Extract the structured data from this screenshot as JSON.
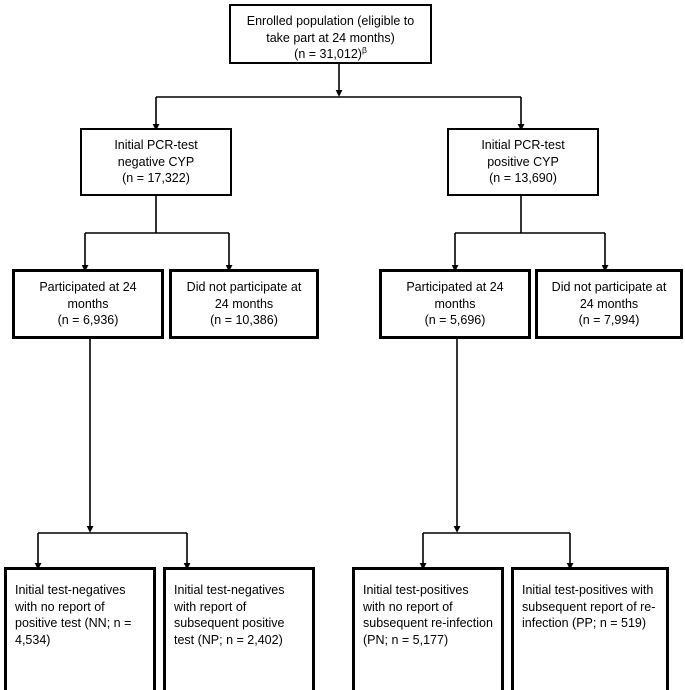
{
  "figure": {
    "type": "flow-diagram",
    "title": "Participant flow through PCR-test status and 24-month follow-up",
    "background_color": "#ffffff",
    "line_color": "#000000",
    "box_border_color": "#000000"
  },
  "nodes": {
    "enrolled": {
      "id": "enrolled-population",
      "line1": "Enrolled population (eligible to",
      "line2": "take part at 24 months)",
      "count_label": "(n = 31,012)",
      "footnote_marker": "β",
      "align": "center"
    },
    "pcr_negative": {
      "id": "initial-pcr-test-negative",
      "text": "Initial PCR-test\nnegative CYP\n(n = 17,322)",
      "count": "17,322",
      "align": "center"
    },
    "pcr_positive": {
      "id": "initial-pcr-test-positive",
      "text": "Initial PCR-test\npositive CYP\n(n = 13,690)",
      "count": "13,690",
      "align": "center"
    },
    "neg_participated": {
      "id": "negative-participated-24-months",
      "text": "Participated at 24\nmonths\n(n = 6,936)",
      "count": "6,936",
      "align": "center"
    },
    "neg_not_participated": {
      "id": "negative-did-not-participate-24-months",
      "text": "Did not participate at\n24 months\n(n = 10,386)",
      "count": "10,386",
      "align": "center"
    },
    "pos_participated": {
      "id": "positive-participated-24-months",
      "text": "Participated at 24\nmonths\n(n = 5,696)",
      "count": "5,696",
      "align": "center"
    },
    "pos_not_participated": {
      "id": "positive-did-not-participate-24-months",
      "text": "Did not participate at\n24 months\n(n = 7,994)",
      "count": "7,994",
      "align": "center"
    },
    "nn": {
      "id": "initial-test-negatives-no-report-NN",
      "text": "Initial test-negatives with no report of positive test (NN; n = 4,534)",
      "group_code": "NN",
      "count": "4,534",
      "align": "left"
    },
    "np": {
      "id": "initial-test-negatives-report-NP",
      "text": "Initial test-negatives with report of subsequent positive test (NP; n = 2,402)",
      "group_code": "NP",
      "count": "2,402",
      "align": "left"
    },
    "pn": {
      "id": "initial-test-positives-no-report-PN",
      "text": "Initial test-positives with no report of subsequent re-infection (PN; n = 5,177)",
      "group_code": "PN",
      "count": "5,177",
      "align": "left"
    },
    "pp": {
      "id": "initial-test-positives-report-PP",
      "text": "Initial test-positives with subsequent report of re-infection (PP; n = 519)",
      "group_code": "PP",
      "count": "519",
      "align": "left"
    }
  },
  "edges": [
    {
      "from": "enrolled",
      "to": "pcr_negative",
      "style": "elbow-arrow"
    },
    {
      "from": "enrolled",
      "to": "pcr_positive",
      "style": "elbow-arrow"
    },
    {
      "from": "pcr_negative",
      "to": "neg_participated",
      "style": "elbow-arrow"
    },
    {
      "from": "pcr_negative",
      "to": "neg_not_participated",
      "style": "elbow-arrow"
    },
    {
      "from": "pcr_positive",
      "to": "pos_participated",
      "style": "elbow-arrow"
    },
    {
      "from": "pcr_positive",
      "to": "pos_not_participated",
      "style": "elbow-arrow"
    },
    {
      "from": "neg_participated",
      "to": "nn",
      "style": "elbow-arrow"
    },
    {
      "from": "neg_participated",
      "to": "np",
      "style": "elbow-arrow"
    },
    {
      "from": "pos_participated",
      "to": "pn",
      "style": "elbow-arrow"
    },
    {
      "from": "pos_participated",
      "to": "pp",
      "style": "elbow-arrow"
    }
  ]
}
